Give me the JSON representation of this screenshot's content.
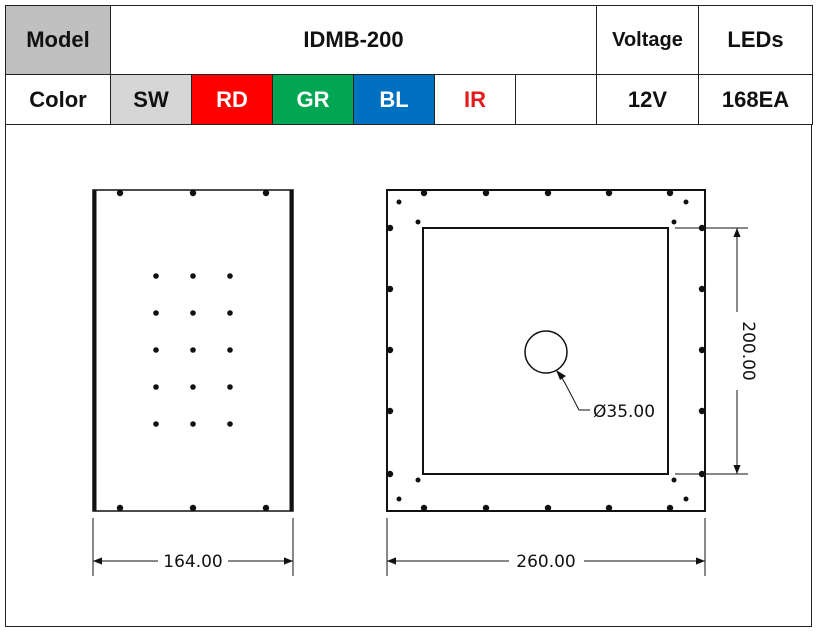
{
  "spec": {
    "model_label": "Model",
    "model_value": "IDMB-200",
    "voltage_label": "Voltage",
    "leds_label": "LEDs",
    "color_label": "Color",
    "colors": [
      {
        "code": "SW",
        "bg": "#d6d6d6",
        "fg": "#111111"
      },
      {
        "code": "RD",
        "bg": "#ff0000",
        "fg": "#ffffff"
      },
      {
        "code": "GR",
        "bg": "#00a651",
        "fg": "#ffffff"
      },
      {
        "code": "BL",
        "bg": "#0070c0",
        "fg": "#ffffff"
      },
      {
        "code": "IR",
        "bg": "#ffffff",
        "fg": "#e31b1b"
      },
      {
        "code": "",
        "bg": "#ffffff",
        "fg": "#111111"
      }
    ],
    "voltage_value": "12V",
    "leds_value": "168EA"
  },
  "drawing": {
    "side_view": {
      "width_dim": "164.00",
      "led_grid": {
        "rows": 5,
        "cols": 3
      }
    },
    "front_view": {
      "width_dim": "260.00",
      "height_dim": "200.00",
      "hole_dim": "Ø35.00"
    }
  }
}
